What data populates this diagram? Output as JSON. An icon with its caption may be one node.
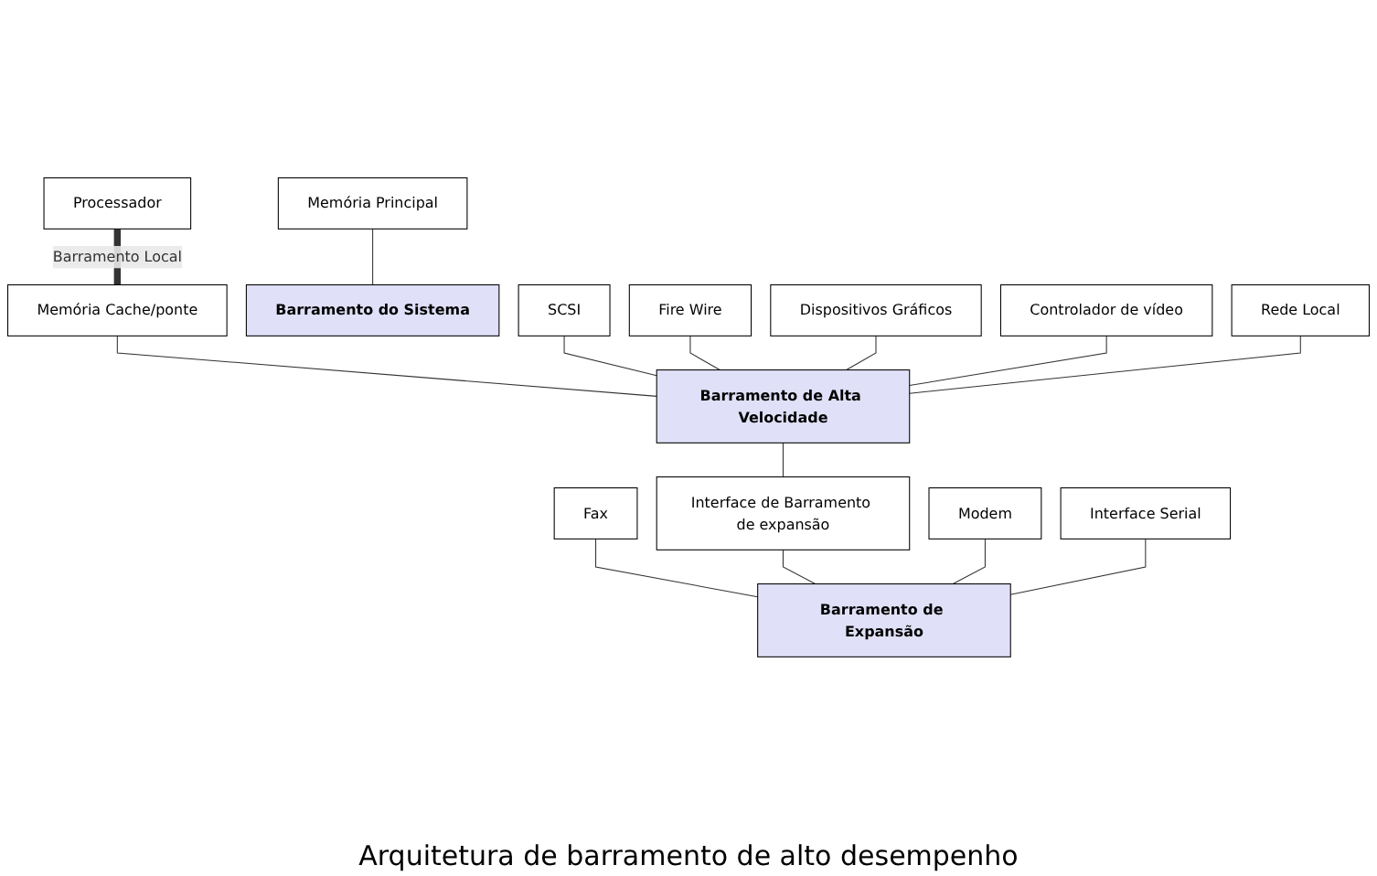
{
  "diagram": {
    "caption": "Arquitetura de barramento de alto desempenho",
    "nodes": [
      {
        "text": [
          "Memória Principal"
        ]
      },
      {
        "text": [
          "Processador"
        ]
      },
      {
        "text": [
          "Memória Cache/ponte"
        ]
      },
      {
        "text": [
          "Barramento do Sistema"
        ]
      },
      {
        "text": [
          "SCSI"
        ]
      },
      {
        "text": [
          "Fire Wire"
        ]
      },
      {
        "text": [
          "Dispositivos Gráficos"
        ]
      },
      {
        "text": [
          "Controlador de vídeo"
        ]
      },
      {
        "text": [
          "Rede Local"
        ]
      },
      {
        "text": [
          "Barramento de Alta Velocidade"
        ]
      },
      {
        "text": [
          "Fax"
        ]
      },
      {
        "text": [
          "Interface de Barramento de expansão"
        ]
      },
      {
        "text": [
          "Modem"
        ]
      },
      {
        "text": [
          "Interface Serial"
        ]
      },
      {
        "text": [
          "Barramento de Expansão"
        ]
      }
    ],
    "edges": [
      {
        "from": 0,
        "to": 3,
        "arrow": "none"
      },
      {
        "from": 1,
        "to": 2,
        "arrow": "none",
        "label": "Barramento Local",
        "style": "thick"
      },
      {
        "from": 2,
        "to": 9,
        "arrow": "none"
      },
      {
        "from": 4,
        "to": 9,
        "arrow": "none"
      },
      {
        "from": 5,
        "to": 9,
        "arrow": "none"
      },
      {
        "from": 6,
        "to": 9,
        "arrow": "none"
      },
      {
        "from": 7,
        "to": 9,
        "arrow": "none"
      },
      {
        "from": 8,
        "to": 9,
        "arrow": "none"
      },
      {
        "from": 9,
        "to": 11,
        "arrow": "none"
      },
      {
        "from": 10,
        "to": 14,
        "arrow": "none"
      },
      {
        "from": 11,
        "to": 14,
        "arrow": "none"
      },
      {
        "from": 12,
        "to": 14,
        "arrow": "none"
      },
      {
        "from": 13,
        "to": 14,
        "arrow": "none"
      }
    ]
  }
}
